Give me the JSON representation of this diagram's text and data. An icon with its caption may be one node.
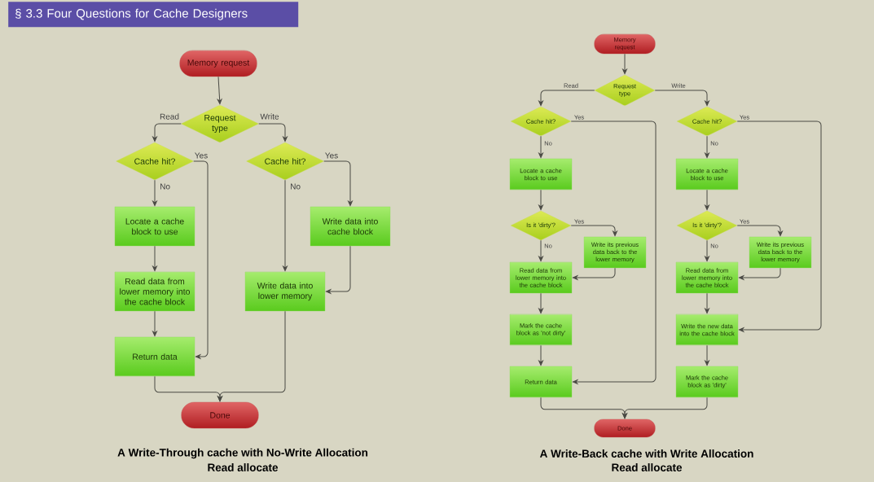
{
  "diagram": {
    "title": "§ 3.3 Four Questions for Cache Designers",
    "nodes": [
      {
        "text": [
          "Memory request"
        ]
      },
      {
        "text": [
          "Request type"
        ]
      },
      {
        "text": [
          "Cache hit?"
        ]
      },
      {
        "text": [
          "Cache hit?"
        ]
      },
      {
        "text": [
          "Locate a cache block to use"
        ]
      },
      {
        "text": [
          "Write data into cache block"
        ]
      },
      {
        "text": [
          "Read data from lower memory into the cache block"
        ]
      },
      {
        "text": [
          "Write data into lower memory"
        ]
      },
      {
        "text": [
          "Return data"
        ]
      },
      {
        "text": [
          "Done"
        ]
      },
      {
        "text": [
          "Memory request"
        ]
      },
      {
        "text": [
          "Request type"
        ]
      },
      {
        "text": [
          "Cache hit?"
        ]
      },
      {
        "text": [
          "Cache hit?"
        ]
      },
      {
        "text": [
          "Locate a cache block to use"
        ]
      },
      {
        "text": [
          "Locate a cache block to use"
        ]
      },
      {
        "text": [
          "Is it 'dirty'?"
        ]
      },
      {
        "text": [
          "Write its previous data back to the lower memory"
        ]
      },
      {
        "text": [
          "Read data from lower memory into the cache block"
        ]
      },
      {
        "text": [
          "Is it 'dirty'?"
        ]
      },
      {
        "text": [
          "Write its previous data back to the lower memory"
        ]
      },
      {
        "text": [
          "Read data from lower memory into the cache block"
        ]
      },
      {
        "text": [
          "Mark the cache block as 'not dirty'"
        ]
      },
      {
        "text": [
          "Write the new data into the cache block"
        ]
      },
      {
        "text": [
          "Return data"
        ]
      },
      {
        "text": [
          "Mark the cache block as 'dirty'"
        ]
      },
      {
        "text": [
          "Done"
        ]
      }
    ],
    "edges": [
      {
        "from": 0,
        "to": 1,
        "arrow": "to"
      },
      {
        "from": 1,
        "to": 2,
        "arrow": "to",
        "label": "Read"
      },
      {
        "from": 1,
        "to": 3,
        "arrow": "to",
        "label": "Write"
      },
      {
        "from": 2,
        "to": 4,
        "arrow": "to",
        "label": "No"
      },
      {
        "from": 2,
        "to": 8,
        "arrow": "to",
        "label": "Yes"
      },
      {
        "from": 3,
        "to": 7,
        "arrow": "to",
        "label": "No"
      },
      {
        "from": 3,
        "to": 5,
        "arrow": "to",
        "label": "Yes"
      },
      {
        "from": 4,
        "to": 6,
        "arrow": "to"
      },
      {
        "from": 6,
        "to": 8,
        "arrow": "to"
      },
      {
        "from": 5,
        "to": 7,
        "arrow": "to"
      },
      {
        "from": 8,
        "to": 9,
        "arrow": "to"
      },
      {
        "from": 7,
        "to": 9,
        "arrow": "to"
      },
      {
        "from": 10,
        "to": 11,
        "arrow": "to"
      },
      {
        "from": 11,
        "to": 12,
        "arrow": "to",
        "label": "Read"
      },
      {
        "from": 11,
        "to": 13,
        "arrow": "to",
        "label": "Write"
      },
      {
        "from": 12,
        "to": 14,
        "arrow": "to",
        "label": "No"
      },
      {
        "from": 12,
        "to": 24,
        "arrow": "to",
        "label": "Yes"
      },
      {
        "from": 14,
        "to": 16,
        "arrow": "to"
      },
      {
        "from": 16,
        "to": 17,
        "arrow": "to",
        "label": "Yes"
      },
      {
        "from": 16,
        "to": 18,
        "arrow": "to",
        "label": "No"
      },
      {
        "from": 17,
        "to": 18,
        "arrow": "to"
      },
      {
        "from": 18,
        "to": 22,
        "arrow": "to"
      },
      {
        "from": 22,
        "to": 24,
        "arrow": "to"
      },
      {
        "from": 13,
        "to": 15,
        "arrow": "to",
        "label": "No"
      },
      {
        "from": 13,
        "to": 23,
        "arrow": "to",
        "label": "Yes"
      },
      {
        "from": 15,
        "to": 19,
        "arrow": "to"
      },
      {
        "from": 19,
        "to": 20,
        "arrow": "to",
        "label": "Yes"
      },
      {
        "from": 19,
        "to": 21,
        "arrow": "to",
        "label": "No"
      },
      {
        "from": 20,
        "to": 21,
        "arrow": "to"
      },
      {
        "from": 21,
        "to": 23,
        "arrow": "to"
      },
      {
        "from": 23,
        "to": 25,
        "arrow": "to"
      },
      {
        "from": 24,
        "to": 26,
        "arrow": "to"
      },
      {
        "from": 25,
        "to": 26,
        "arrow": "to"
      }
    ],
    "labels": [
      "A Write-Through cache with No-Write Allocation",
      "Read allocate",
      "A Write-Back cache with Write Allocation",
      "Read allocate"
    ]
  }
}
